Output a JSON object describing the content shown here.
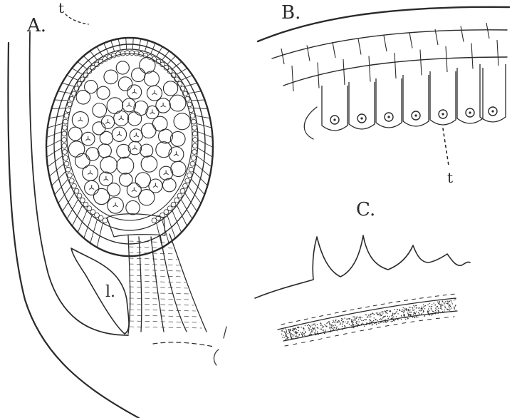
{
  "figure": {
    "panel_a": {
      "label": "A.",
      "callout_t": "t",
      "callout_l": "l."
    },
    "panel_b": {
      "label": "B.",
      "callout_t": "t"
    },
    "panel_c": {
      "label": "C."
    },
    "colors": {
      "ink": "#2a2a2a",
      "background": "#ffffff"
    }
  }
}
